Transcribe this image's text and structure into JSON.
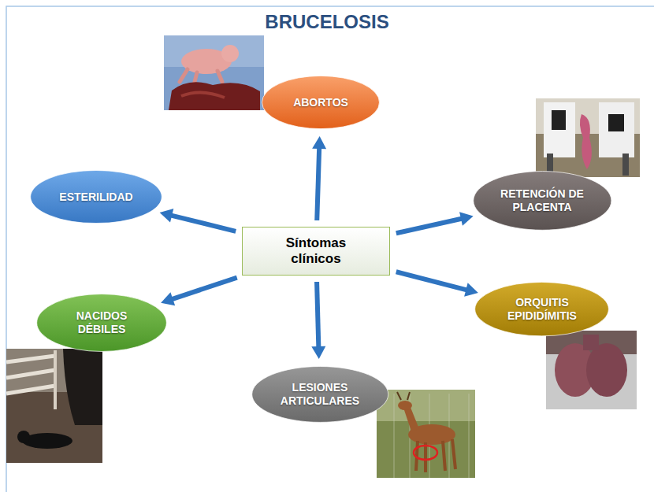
{
  "diagram": {
    "title": "BRUCELOSIS",
    "nodes": [
      {
        "text": [
          "Síntomas clínicos"
        ]
      },
      {
        "text": [
          "ABORTOS"
        ]
      },
      {
        "text": [
          "RETENCIÓN DE PLACENTA"
        ]
      },
      {
        "text": [
          "ORQUITIS EPIDIDÍMITIS"
        ]
      },
      {
        "text": [
          "LESIONES ARTICULARES"
        ]
      },
      {
        "text": [
          "NACIDOS DÉBILES"
        ]
      },
      {
        "text": [
          "ESTERILIDAD"
        ]
      }
    ],
    "edges": [
      {
        "from": 0,
        "to": 1,
        "arrow": "to"
      },
      {
        "from": 0,
        "to": 2,
        "arrow": "to"
      },
      {
        "from": 0,
        "to": 3,
        "arrow": "to"
      },
      {
        "from": 0,
        "to": 4,
        "arrow": "to"
      },
      {
        "from": 0,
        "to": 5,
        "arrow": "to"
      },
      {
        "from": 0,
        "to": 6,
        "arrow": "to"
      }
    ]
  }
}
